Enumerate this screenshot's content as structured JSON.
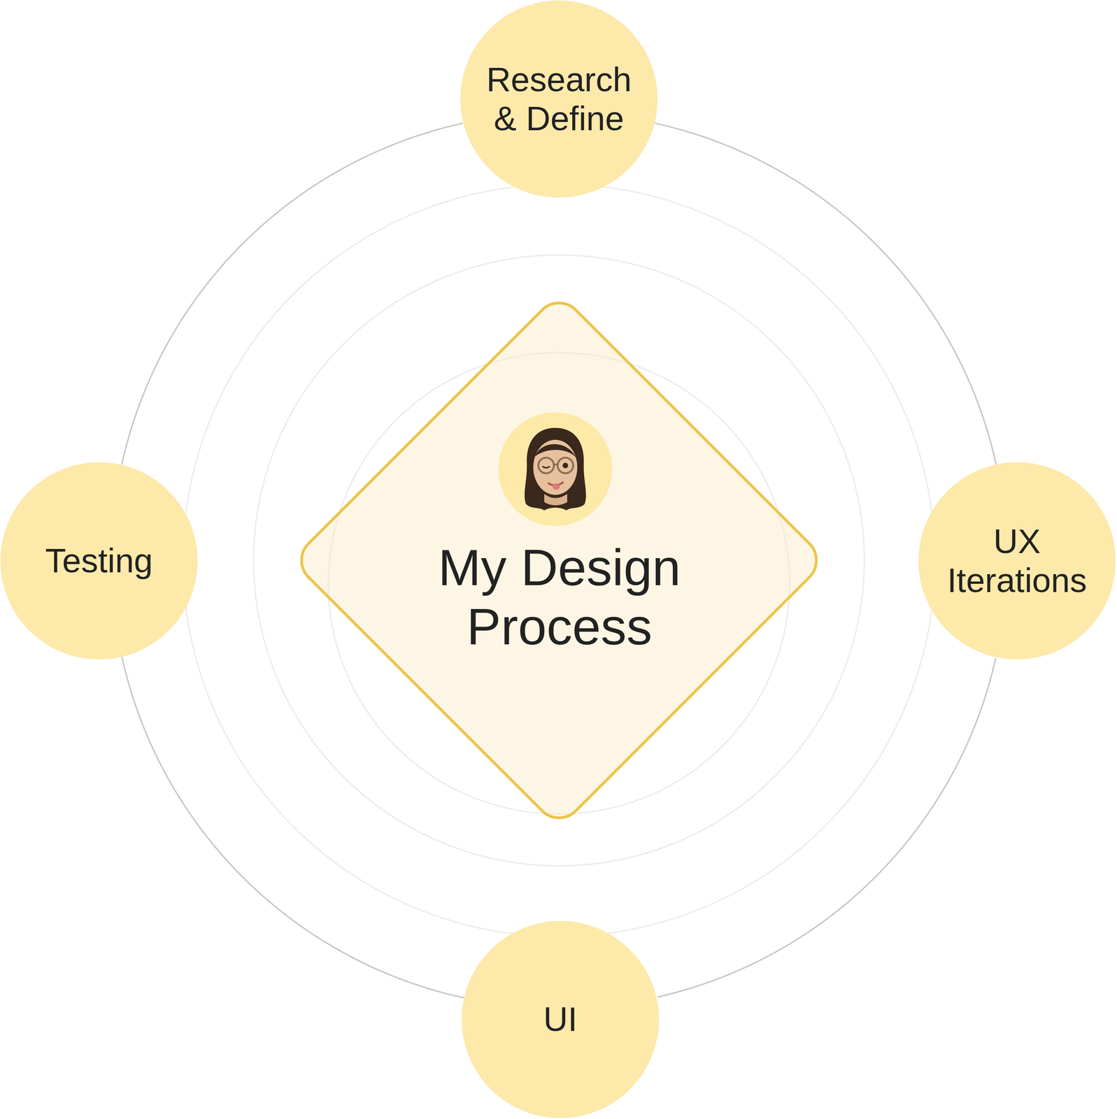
{
  "diagram": {
    "nodes": [
      {
        "text": [
          "Research & Define"
        ]
      },
      {
        "text": [
          "Testing"
        ]
      },
      {
        "text": [
          "My Design Process"
        ]
      },
      {
        "text": [
          "UX Iterations"
        ]
      },
      {
        "text": [
          "UI"
        ]
      }
    ],
    "edges": [
      {
        "from": 0,
        "to": 3,
        "arrow": "none"
      },
      {
        "from": 3,
        "to": 4,
        "arrow": "none"
      },
      {
        "from": 4,
        "to": 1,
        "arrow": "none"
      },
      {
        "from": 1,
        "to": 0,
        "arrow": "none"
      }
    ]
  }
}
